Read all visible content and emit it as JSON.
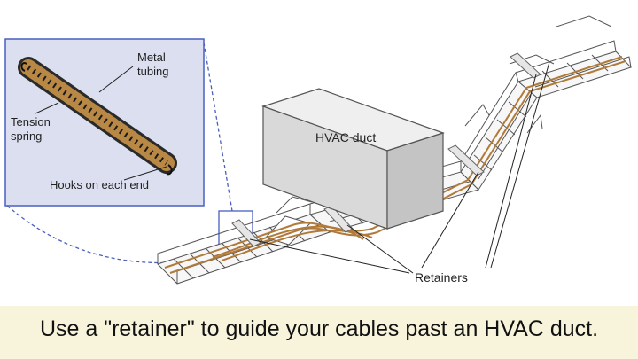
{
  "figure": {
    "inset_labels": {
      "metal_tubing": [
        "Metal",
        "tubing"
      ],
      "tension_spring": [
        "Tension",
        "spring"
      ],
      "hooks": "Hooks on each end"
    },
    "duct_label": "HVAC duct",
    "retainers_label": "Retainers"
  },
  "caption": {
    "text": "Use a \"retainer\" to guide your cables past an HVAC duct."
  },
  "colors": {
    "inset_background": "#dcdff0",
    "inset_border": "#4a5fc0",
    "caption_band": "#f8f4dc",
    "cable": "#b07a3a",
    "duct_top": "#efefef",
    "duct_front": "#d9d9d9",
    "duct_side": "#c4c4c4"
  }
}
